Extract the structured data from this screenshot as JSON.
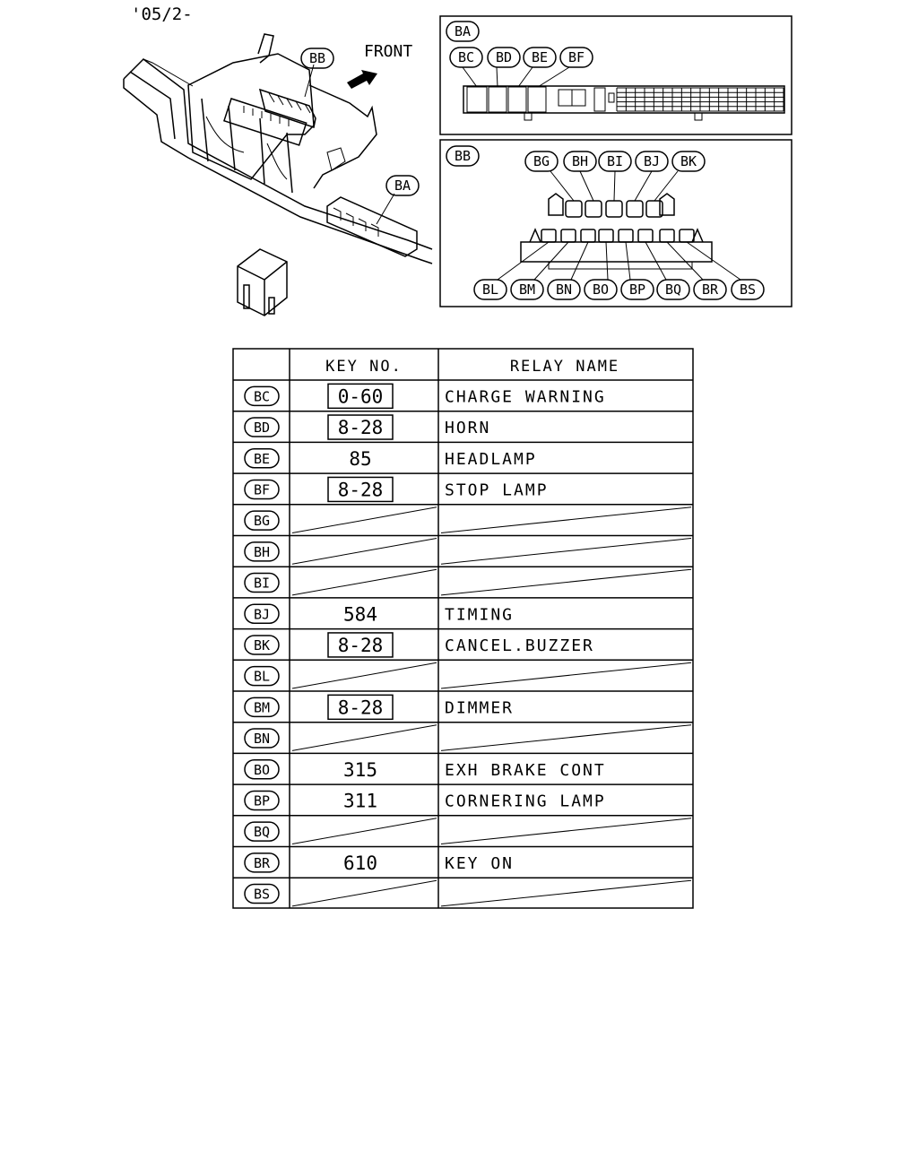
{
  "date_code": "'05/2-",
  "front_label": "FRONT",
  "callouts": {
    "frame_bb": "BB",
    "frame_ba": "BA"
  },
  "panel_ba": {
    "title": "BA",
    "labels": [
      "BC",
      "BD",
      "BE",
      "BF"
    ]
  },
  "panel_bb": {
    "title": "BB",
    "top_labels": [
      "BG",
      "BH",
      "BI",
      "BJ",
      "BK"
    ],
    "bottom_labels": [
      "BL",
      "BM",
      "BN",
      "BO",
      "BP",
      "BQ",
      "BR",
      "BS"
    ]
  },
  "table": {
    "headers": [
      "",
      "KEY NO.",
      "RELAY NAME"
    ],
    "rows": [
      {
        "code": "BC",
        "key": "0-60",
        "boxed": true,
        "name": "CHARGE WARNING"
      },
      {
        "code": "BD",
        "key": "8-28",
        "boxed": true,
        "name": "HORN"
      },
      {
        "code": "BE",
        "key": "85",
        "boxed": false,
        "name": "HEADLAMP"
      },
      {
        "code": "BF",
        "key": "8-28",
        "boxed": true,
        "name": "STOP LAMP"
      },
      {
        "code": "BG",
        "key": "",
        "boxed": false,
        "name": ""
      },
      {
        "code": "BH",
        "key": "",
        "boxed": false,
        "name": ""
      },
      {
        "code": "BI",
        "key": "",
        "boxed": false,
        "name": ""
      },
      {
        "code": "BJ",
        "key": "584",
        "boxed": false,
        "name": "TIMING"
      },
      {
        "code": "BK",
        "key": "8-28",
        "boxed": true,
        "name": "CANCEL.BUZZER"
      },
      {
        "code": "BL",
        "key": "",
        "boxed": false,
        "name": ""
      },
      {
        "code": "BM",
        "key": "8-28",
        "boxed": true,
        "name": "DIMMER"
      },
      {
        "code": "BN",
        "key": "",
        "boxed": false,
        "name": ""
      },
      {
        "code": "BO",
        "key": "315",
        "boxed": false,
        "name": "EXH BRAKE CONT"
      },
      {
        "code": "BP",
        "key": "311",
        "boxed": false,
        "name": "CORNERING LAMP"
      },
      {
        "code": "BQ",
        "key": "",
        "boxed": false,
        "name": ""
      },
      {
        "code": "BR",
        "key": "610",
        "boxed": false,
        "name": "KEY ON"
      },
      {
        "code": "BS",
        "key": "",
        "boxed": false,
        "name": ""
      }
    ]
  }
}
